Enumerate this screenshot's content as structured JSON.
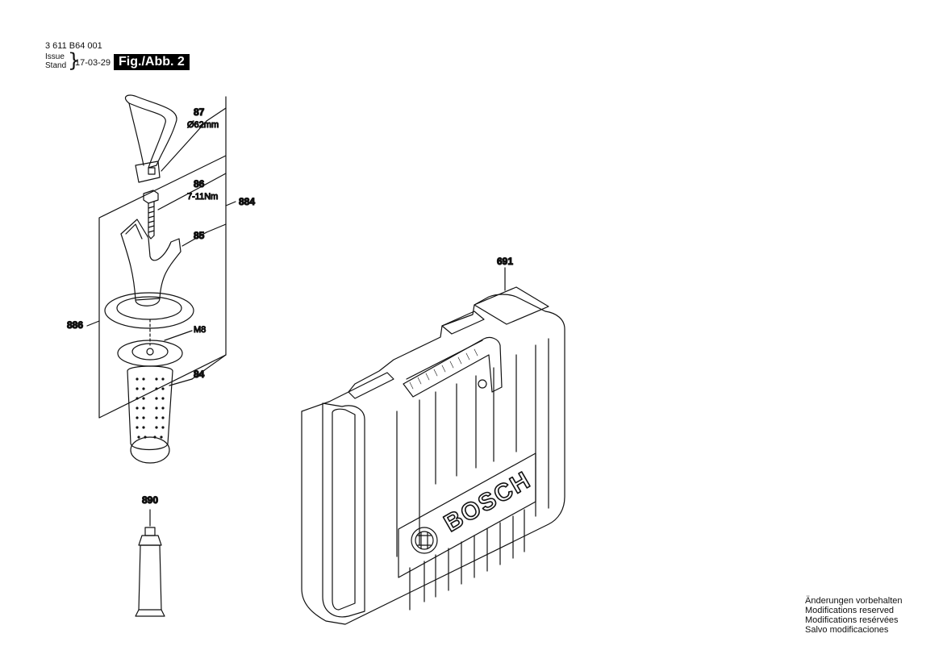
{
  "header": {
    "doc_number": "3 611 B64 001",
    "issue_label": "Issue",
    "stand_label": "Stand",
    "date": "17-03-29",
    "figure_label": "Fig./Abb. 2"
  },
  "parts": {
    "p87": "87",
    "p87_spec": "Ø62mm",
    "p86": "86",
    "p86_spec": "7-11Nm",
    "p884": "884",
    "p85": "85",
    "p886": "886",
    "m8": "M8",
    "p84": "84",
    "p890": "890",
    "p691": "691"
  },
  "case_brand": "BOSCH",
  "notes": [
    "Änderungen vorbehalten",
    "Modifications reserved",
    "Modifications resérvées",
    "Salvo modificaciones"
  ],
  "colors": {
    "ink": "#111111",
    "background": "#ffffff"
  }
}
